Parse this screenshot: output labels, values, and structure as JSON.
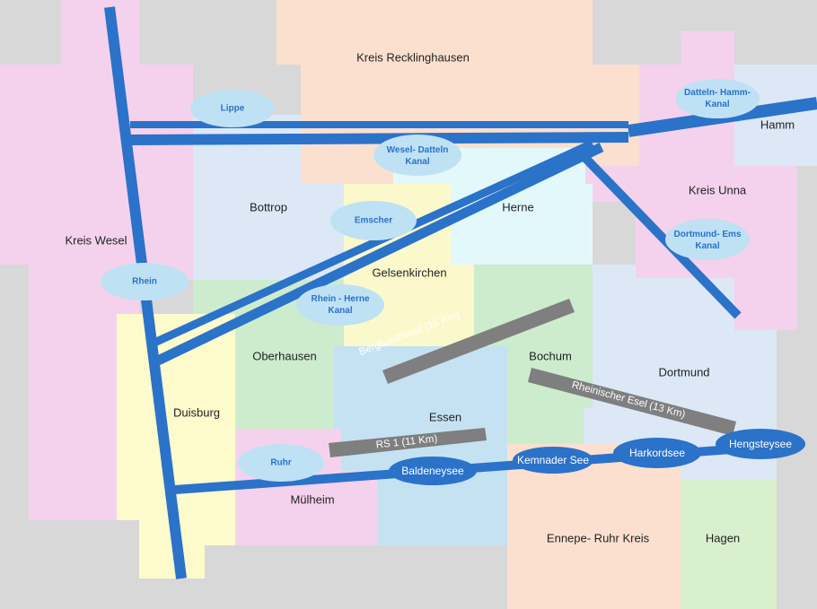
{
  "regions": [
    {
      "id": "recklinghausen",
      "label": "Kreis Recklinghausen",
      "color": "#fbe0cf"
    },
    {
      "id": "wesel",
      "label": "Kreis Wesel",
      "color": "#f4d2ed"
    },
    {
      "id": "unna",
      "label": "Kreis Unna",
      "color": "#f4d2ed"
    },
    {
      "id": "hamm",
      "label": "Hamm",
      "color": "#dce8f6"
    },
    {
      "id": "bottrop",
      "label": "Bottrop",
      "color": "#dce8f6"
    },
    {
      "id": "herne",
      "label": "Herne",
      "color": "#e3f8fb"
    },
    {
      "id": "gelsenkirchen",
      "label": "Gelsenkirchen",
      "color": "#fbf9cc"
    },
    {
      "id": "oberhausen",
      "label": "Oberhausen",
      "color": "#cdeccd"
    },
    {
      "id": "duisburg",
      "label": "Duisburg",
      "color": "#fdfbcc"
    },
    {
      "id": "bochum",
      "label": "Bochum",
      "color": "#cdeccd"
    },
    {
      "id": "dortmund",
      "label": "Dortmund",
      "color": "#dce8f6"
    },
    {
      "id": "essen",
      "label": "Essen",
      "color": "#c5e2f3"
    },
    {
      "id": "muelheim",
      "label": "Mülheim",
      "color": "#f4d2ed"
    },
    {
      "id": "ennepe",
      "label": "Ennepe- Ruhr Kreis",
      "color": "#fbe0cf"
    },
    {
      "id": "hagen",
      "label": "Hagen",
      "color": "#d9f0cf"
    }
  ],
  "waterways": {
    "color": "#2b72c9",
    "label_bg": "#bfe1f4",
    "labels": {
      "lippe": "Lippe",
      "datteln_hamm": [
        "Datteln- Hamm-",
        "Kanal"
      ],
      "wesel_datteln": [
        "Wesel- Datteln",
        "Kanal"
      ],
      "emscher": "Emscher",
      "dortmund_ems": [
        "Dortmund- Ems",
        "Kanal"
      ],
      "rhein": "Rhein",
      "rhein_herne": [
        "Rhein - Herne",
        "Kanal"
      ],
      "ruhr": "Ruhr"
    }
  },
  "lakes": {
    "color": "#2b72c9",
    "names": {
      "baldeneysee": "Baldeneysee",
      "kemnader": "Kemnader See",
      "harkordsee": "Harkordsee",
      "hengsteysee": "Hengsteysee"
    }
  },
  "trails": {
    "color": "#7f7f7f",
    "names": {
      "bergbautrasse": "Bergbautrasse (16 Km)",
      "rheinischer_esel": "Rheinischer Esel (13 Km)",
      "rs1": "RS 1 (11 Km)"
    }
  }
}
